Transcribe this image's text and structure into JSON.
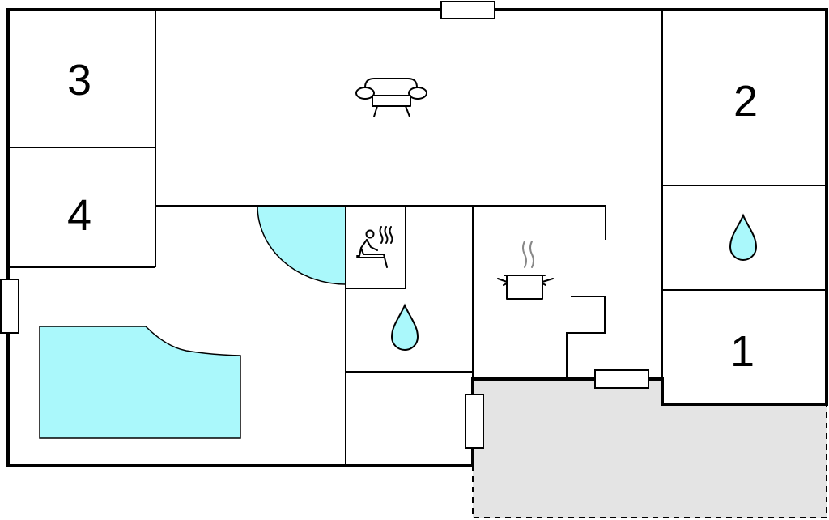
{
  "floor_plan": {
    "rooms": [
      {
        "id": "bedroom-1",
        "number": "1"
      },
      {
        "id": "bedroom-2",
        "number": "2"
      },
      {
        "id": "bedroom-3",
        "number": "3"
      },
      {
        "id": "bedroom-4",
        "number": "4"
      }
    ],
    "icons": {
      "living_room": "sofa-icon",
      "sauna": "sauna-icon",
      "kitchen": "cooking-pot-icon",
      "bathrooms": "water-drop-icon"
    },
    "colors": {
      "pool": "#aaf8fb",
      "terrace": "#e4e4e4",
      "wall": "#000000",
      "background": "#ffffff"
    }
  }
}
